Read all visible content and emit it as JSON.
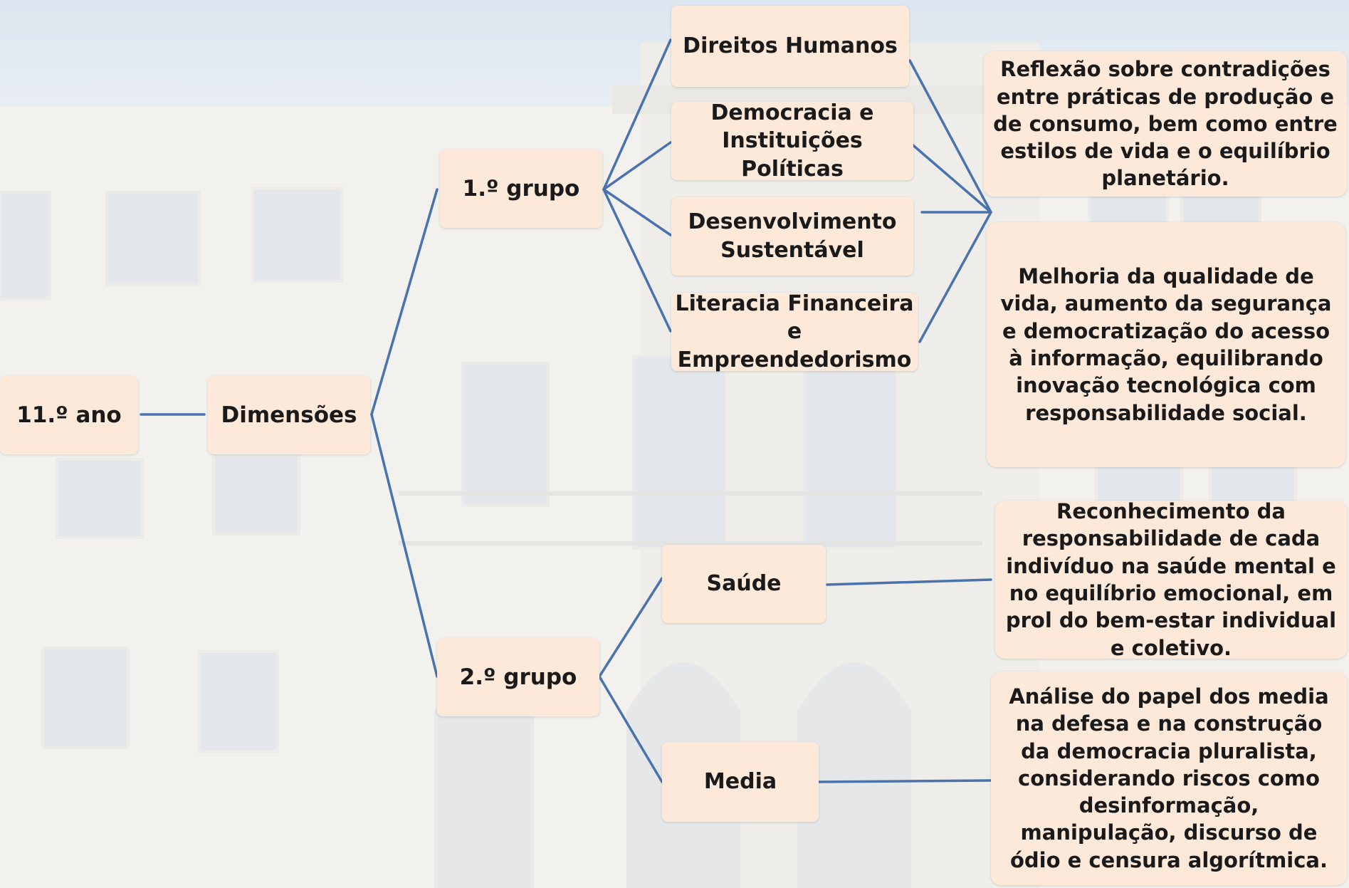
{
  "root": {
    "label": "11.º ano"
  },
  "dimensions": {
    "label": "Dimensões"
  },
  "groups": [
    {
      "label": "1.º grupo",
      "topics": [
        {
          "label": "Direitos Humanos"
        },
        {
          "label": "Democracia e Instituições Políticas"
        },
        {
          "label": "Desenvolvimento Sustentável"
        },
        {
          "label": "Literacia Financeira e Empreendedorismo"
        }
      ],
      "descriptions": [
        {
          "text": "Reflexão sobre contradições entre práticas de produção e de consumo, bem como entre estilos de vida e o equilíbrio planetário."
        },
        {
          "text": "Melhoria da qualidade de vida, aumento da segurança e democratização do acesso à informação, equilibrando inovação tecnológica com responsabilidade social."
        }
      ]
    },
    {
      "label": "2.º grupo",
      "topics": [
        {
          "label": "Saúde"
        },
        {
          "label": "Media"
        }
      ],
      "descriptions": [
        {
          "text": "Reconhecimento da responsabilidade de cada indivíduo na saúde mental e no equilíbrio emocional, em prol do bem-estar individual e coletivo."
        },
        {
          "text": "Análise do papel dos media na defesa e na construção da democracia pluralista, considerando riscos como desinformação, manipulação, discurso de ódio e censura algorítmica."
        }
      ]
    }
  ],
  "colors": {
    "node_fill": "#fde9d9",
    "connector": "#4a73ad"
  }
}
